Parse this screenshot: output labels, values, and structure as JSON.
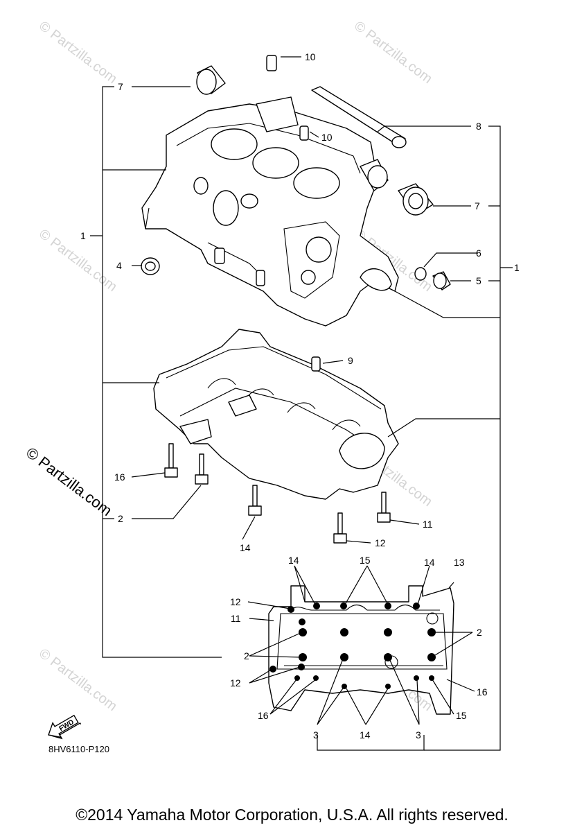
{
  "diagram": {
    "callouts": {
      "c1_left": "1",
      "c1_right": "1",
      "c2_mid": "2",
      "c2_bottom_left": "2",
      "c2_bottom_right": "2",
      "c3_left": "3",
      "c3_right": "3",
      "c4": "4",
      "c5": "5",
      "c6": "6",
      "c7_top": "7",
      "c7_right": "7",
      "c8": "8",
      "c9": "9",
      "c10_top": "10",
      "c10_mid": "10",
      "c11_mid": "11",
      "c11_bottom": "11",
      "c12_mid": "12",
      "c12_bottom_a": "12",
      "c12_bottom_b": "12",
      "c13": "13",
      "c14_mid": "14",
      "c14_bottom_a": "14",
      "c14_bottom_b": "14",
      "c14_bottom_c": "14",
      "c15_top": "15",
      "c15_bottom": "15",
      "c16_mid": "16",
      "c16_bottom_left": "16",
      "c16_bottom_right": "16"
    },
    "reference_code": "8HV6110-P120",
    "fwd_label": "FWD",
    "watermark": "© Partzilla.com",
    "stamp": "© Partzilla.com"
  },
  "footer": {
    "copyright": "©2014 Yamaha Motor Corporation, U.S.A. All rights reserved."
  }
}
